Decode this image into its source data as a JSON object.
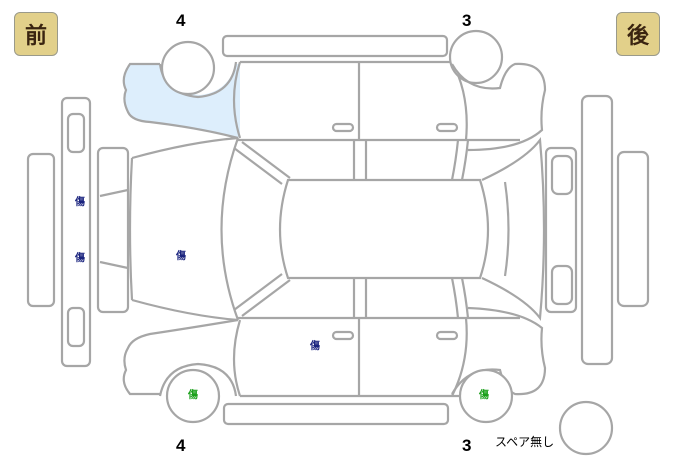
{
  "labels": {
    "front": "前",
    "rear": "後"
  },
  "tires": {
    "front_top": "4",
    "rear_top": "3",
    "front_bottom": "4",
    "rear_bottom": "3"
  },
  "spare": {
    "label": "スペア無し"
  },
  "damage_marks": [
    {
      "id": "front-bumper-upper",
      "text": "傷",
      "color": "#1a237e"
    },
    {
      "id": "front-bumper-lower",
      "text": "傷",
      "color": "#1a237e"
    },
    {
      "id": "hood",
      "text": "傷",
      "color": "#1a237e"
    },
    {
      "id": "left-front-door",
      "text": "傷",
      "color": "#1a237e"
    },
    {
      "id": "left-front-wheel",
      "text": "傷",
      "color": "#1aa01a"
    },
    {
      "id": "left-rear-wheel",
      "text": "傷",
      "color": "#1aa01a"
    }
  ],
  "highlighted_panel": {
    "id": "right-front-fender",
    "color": "#ddeefc"
  },
  "colors": {
    "outline": "#a6a6a6",
    "badge_bg": "#e2d08a",
    "badge_text": "#3a2410",
    "mark_blue": "#1a237e",
    "mark_green": "#1aa01a"
  }
}
